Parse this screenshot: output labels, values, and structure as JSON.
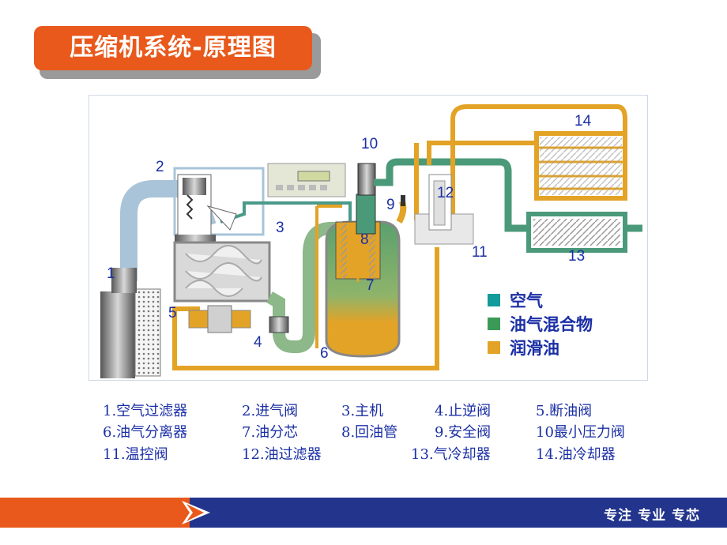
{
  "title": "压缩机系统-原理图",
  "diagram": {
    "numbers": [
      "1",
      "2",
      "3",
      "4",
      "5",
      "6",
      "7",
      "8",
      "9",
      "10",
      "11",
      "12",
      "13",
      "14"
    ],
    "legend": [
      {
        "label": "空气",
        "color": "#139a9a"
      },
      {
        "label": "油气混合物",
        "color": "#3b9a58"
      },
      {
        "label": "润滑油",
        "color": "#e3a326"
      }
    ]
  },
  "parts": [
    "1.空气过滤器",
    "2.进气阀",
    "3.主机",
    "4.止逆阀",
    "5.断油阀",
    "6.油气分离器",
    "7.油分芯",
    "8.回油管",
    "9.安全阀",
    "10最小压力阀",
    "11.温控阀",
    "12.油过滤器",
    "13.气冷却器",
    "14.油冷却器"
  ],
  "footer": {
    "slogan": "专注 专业 专芯"
  }
}
